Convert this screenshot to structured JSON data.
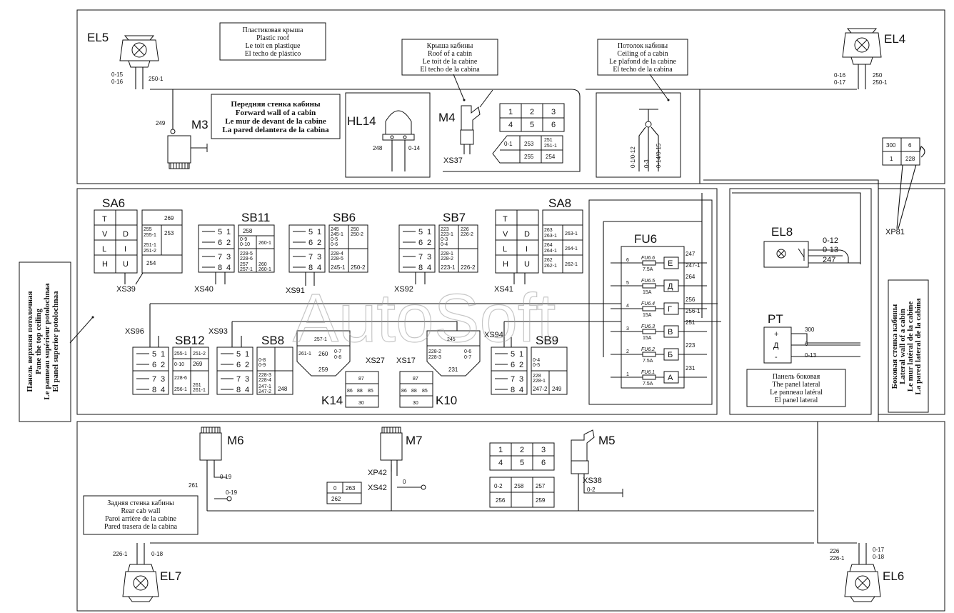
{
  "watermark": "AutoSoft",
  "zones": {
    "plastic_roof": [
      "Пластиковая крыша",
      "Plastic roof",
      "Le toit en plastique",
      "El techo de plástico"
    ],
    "forward_wall": [
      "Передняя стенка кабины",
      "Forward wall of a cabin",
      "Le mur de devant de la cabine",
      "La pared delantera de la cabina"
    ],
    "roof_cabin": [
      "Крыша кабины",
      "Roof of a cabin",
      "Le toit de la cabine",
      "El techo de la cabina"
    ],
    "ceiling": [
      "Потолок кабины",
      "Ceiling of a cabin",
      "Le plafond de la cabine",
      "El techo de la cabina"
    ],
    "top_ceiling": [
      "Панель верхняя потолочная",
      "Pane the top ceiling",
      "Le panneau supérieur potolochnaa",
      "El panel superior potolochnaa"
    ],
    "panel_lateral": [
      "Панель боковая",
      "The panel lateral",
      "Le panneau latéral",
      "El panel lateral"
    ],
    "lateral_wall": [
      "Боковая стенка кабины",
      "Lateral wall of a cabin",
      "Le mur latéral de la cabine",
      "La pared lateral de la cabina"
    ],
    "rear_wall": [
      "Задняя стенка кабины",
      "Rear cab wall",
      "Paroi arrière de la cabine",
      "Pared trasera de la cabina"
    ]
  },
  "components": {
    "EL5": "EL5",
    "EL4": "EL4",
    "EL7": "EL7",
    "EL6": "EL6",
    "EL8": "EL8",
    "M3": "M3",
    "M4": "M4",
    "M5": "M5",
    "M6": "M6",
    "M7": "M7",
    "HL14": "HL14",
    "SA6": "SA6",
    "SA8": "SA8",
    "SB11": "SB11",
    "SB6": "SB6",
    "SB7": "SB7",
    "SB12": "SB12",
    "SB8": "SB8",
    "SB9": "SB9",
    "FU6": "FU6",
    "PT": "PT",
    "K14": "K14",
    "K10": "K10"
  },
  "connectors": {
    "XS37": "XS37",
    "XS39": "XS39",
    "XS40": "XS40",
    "XS91": "XS91",
    "XS92": "XS92",
    "XS41": "XS41",
    "XS96": "XS96",
    "XS93": "XS93",
    "XS27": "XS27",
    "XS17": "XS17",
    "XS94": "XS94",
    "XP81": "XP81",
    "XP42": "XP42",
    "XS42": "XS42",
    "XS38": "XS38"
  },
  "wires": {
    "el5": [
      "0-15",
      "0-16",
      "250-1"
    ],
    "el4": [
      "0-16",
      "0-17",
      "250",
      "250-1"
    ],
    "m3": "249",
    "hl14": [
      "248",
      "0-14"
    ],
    "ceiling": [
      "0-1/0-12",
      "0-3",
      "0-14/0-15"
    ],
    "m4_grid": [
      "1",
      "2",
      "3",
      "4",
      "5",
      "6"
    ],
    "m4_lower": [
      "0-1",
      "253",
      "251",
      "251-1",
      "255",
      "254"
    ],
    "xp81_grid": [
      "300",
      "6",
      "1",
      "228"
    ],
    "el8": [
      "0-12",
      "0-13",
      "247"
    ],
    "pt": [
      "300",
      "6",
      "0-13"
    ],
    "pt_pins": [
      "+",
      "Д",
      "-"
    ],
    "m6": [
      "261",
      "0-19",
      "0-19"
    ],
    "m7": [
      "0",
      "263",
      "262",
      "0"
    ],
    "m5_grid": [
      "1",
      "2",
      "3",
      "4",
      "5",
      "6"
    ],
    "m5_lower": [
      "0-2",
      "258",
      "257",
      "256",
      "259"
    ],
    "m5_out": "0-2",
    "el7": [
      "226-1",
      "0-18"
    ],
    "el6": [
      "226",
      "226-1",
      "0-17",
      "0-18"
    ]
  },
  "fuses": [
    {
      "id": "FU6.6",
      "rating": "7.5A",
      "pin": "6",
      "letter": "E",
      "out": [
        "247",
        "247-1"
      ]
    },
    {
      "id": "FU6.5",
      "rating": "15A",
      "pin": "5",
      "letter": "Д",
      "out": [
        "264"
      ]
    },
    {
      "id": "FU6.4",
      "rating": "15A",
      "pin": "4",
      "letter": "Г",
      "out": [
        "256",
        "256-1"
      ]
    },
    {
      "id": "FU6.3",
      "rating": "15A",
      "pin": "3",
      "letter": "В",
      "out": [
        "251"
      ]
    },
    {
      "id": "FU6.2",
      "rating": "7.5A",
      "pin": "2",
      "letter": "Б",
      "out": [
        "223"
      ]
    },
    {
      "id": "FU6.1",
      "rating": "7.5A",
      "pin": "1",
      "letter": "А",
      "out": [
        "231"
      ]
    }
  ],
  "switch_pins": [
    "5",
    "1",
    "6",
    "2",
    "7",
    "3",
    "8",
    "4"
  ],
  "sa6_sym": [
    "T",
    "V",
    "D",
    "L",
    "I",
    "H",
    "U"
  ],
  "sa6_table": [
    "269",
    "255",
    "255-1",
    "253",
    "251-1",
    "251-2",
    "254"
  ],
  "sa8_table": [
    "263",
    "263-1",
    "263-1",
    "264",
    "264-1",
    "264-1",
    "262",
    "262-1",
    "262-1"
  ],
  "sb11_table": [
    "258",
    "0-9",
    "0-10",
    "260-1",
    "228-5",
    "228-6",
    "257",
    "257-1",
    "260",
    "260-1"
  ],
  "sb6_table": [
    "245",
    "245-1",
    "0-5",
    "0-6",
    "250",
    "250-2",
    "228-4",
    "228-5",
    "245-1",
    "250-2"
  ],
  "sb7_table": [
    "223",
    "223-1",
    "0-3",
    "0-4",
    "226",
    "226-2",
    "228-1",
    "228-2",
    "223-1",
    "226-2"
  ],
  "sb12_table": [
    "255-1",
    "251-2",
    "0-10",
    "269",
    "228-6",
    "256-1",
    "261",
    "261-1"
  ],
  "sb8_table": [
    "0-8",
    "0-9",
    "228-3",
    "228-4",
    "247-1",
    "247-2",
    "248"
  ],
  "sb9_table": [
    "0-4",
    "0-5",
    "228",
    "228-1",
    "247-2",
    "249"
  ],
  "relay_pins": [
    "87",
    "86",
    "88",
    "85",
    "30"
  ],
  "misc_blocks": {
    "k_block1": [
      "257-1",
      "261-1",
      "260",
      "0-7",
      "0-8",
      "259"
    ],
    "k_block2": [
      "245",
      "228-2",
      "228-3",
      "0-6",
      "0-7",
      "231"
    ]
  }
}
